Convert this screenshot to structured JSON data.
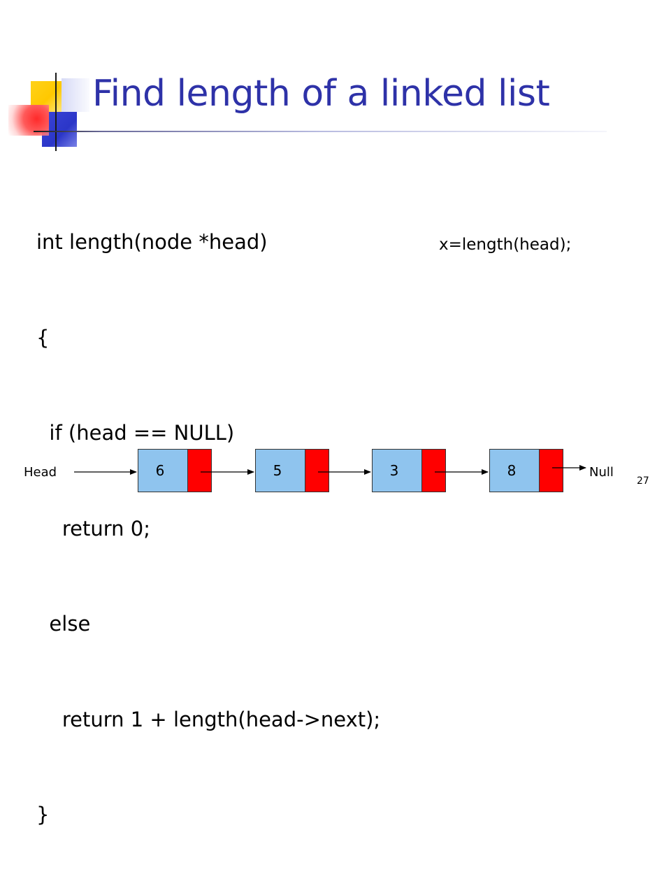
{
  "slide": {
    "title": "Find length of a linked list",
    "code_lines": [
      "int length(node *head)",
      "{",
      "  if (head == NULL)",
      "    return 0;",
      "  else",
      "    return 1 + length(head->next);",
      "}"
    ],
    "call_expression": "x=length(head);",
    "page_number": "27"
  },
  "linked_list": {
    "head_label": "Head",
    "null_label": "Null",
    "nodes": [
      "6",
      "5",
      "3",
      "8"
    ]
  },
  "colors": {
    "title": "#2e32a8",
    "node_value": "#8fc4ee",
    "node_pointer": "#ff0000"
  }
}
